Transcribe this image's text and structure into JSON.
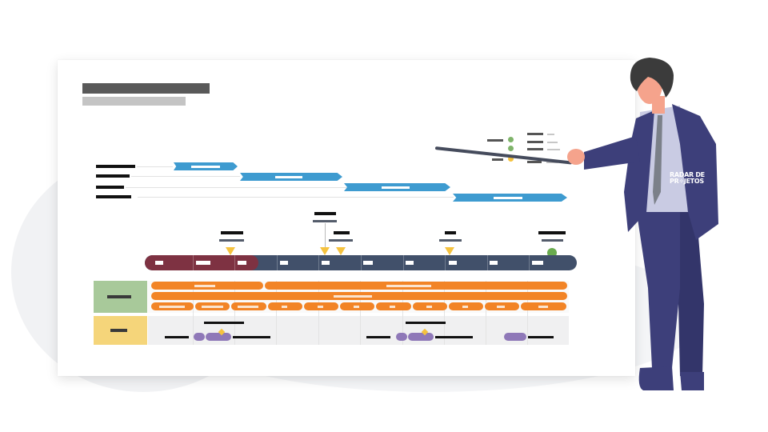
{
  "scene": {
    "description": "Presenter pointing at a project roadmap board",
    "board": {
      "title_placeholder": "title-bar",
      "subtitle_placeholder": "subtitle-bar",
      "phases": [
        {
          "name": "phase-1",
          "color": "#3e9bd0"
        },
        {
          "name": "phase-2",
          "color": "#3e9bd0"
        },
        {
          "name": "phase-3",
          "color": "#3e9bd0"
        },
        {
          "name": "phase-4",
          "color": "#3e9bd0"
        }
      ],
      "timeline": {
        "completed_color": "#7e3242",
        "remaining_color": "#41506a",
        "segments": 10,
        "completed_fraction": 0.27
      },
      "milestones": [
        {
          "type": "triangle",
          "color": "#f5c23e"
        },
        {
          "type": "triangle",
          "color": "#f5c23e"
        },
        {
          "type": "triangle",
          "color": "#f5c23e"
        },
        {
          "type": "triangle",
          "color": "#f5c23e"
        },
        {
          "type": "star",
          "color": "#6aab4f"
        }
      ],
      "lanes": [
        {
          "name": "lane-green",
          "color": "#a8c99a",
          "bar_color": "#f28426"
        },
        {
          "name": "lane-yellow",
          "color": "#f5d57a",
          "bar_color": "#8f78b8"
        }
      ],
      "legend": {
        "dot_colors": [
          "#7fb46a",
          "#7fb46a",
          "#f5c23e"
        ]
      }
    },
    "presenter": {
      "badge_line1": "RADAR DE",
      "badge_line2": "PR✧JETOS",
      "suit_color": "#3d3f7a",
      "shirt_color": "#c9cbe3",
      "tie_color": "#7b8089",
      "skin_color": "#f5a38c",
      "hair_color": "#3b3b3b"
    }
  }
}
